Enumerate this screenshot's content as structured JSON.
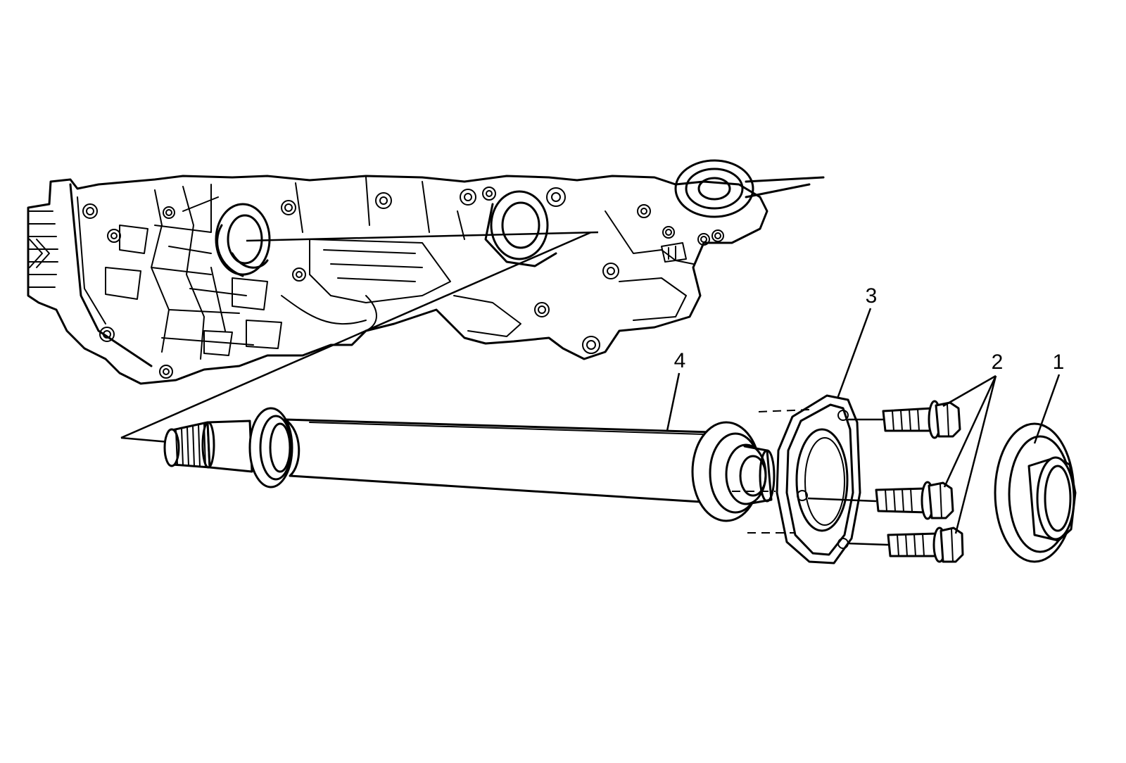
{
  "diagram": {
    "callouts": [
      {
        "id": "1",
        "label": "1"
      },
      {
        "id": "2",
        "label": "2"
      },
      {
        "id": "3",
        "label": "3"
      },
      {
        "id": "4",
        "label": "4"
      }
    ],
    "colors": {
      "ink": "#000000",
      "background": "#ffffff"
    }
  }
}
